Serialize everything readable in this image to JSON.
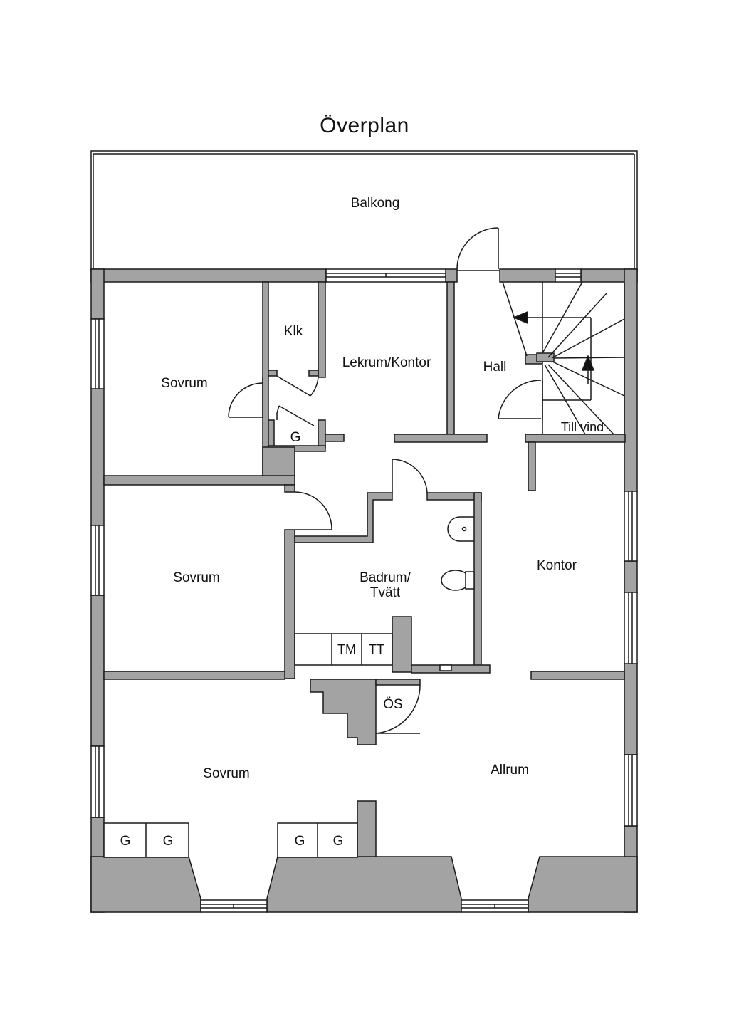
{
  "title": "Överplan",
  "rooms": {
    "balkong": "Balkong",
    "sovrum_1": "Sovrum",
    "klk": "Klk",
    "lekrum_kontor": "Lekrum/Kontor",
    "hall": "Hall",
    "till_vind": "Till vind",
    "g_1": "G",
    "sovrum_2": "Sovrum",
    "badrum_line1": "Badrum/",
    "badrum_line2": "Tvätt",
    "tm": "TM",
    "tt": "TT",
    "kontor": "Kontor",
    "os": "ÖS",
    "sovrum_3": "Sovrum",
    "allrum": "Allrum",
    "g_2": "G",
    "g_3": "G",
    "g_4": "G",
    "g_5": "G"
  },
  "colors": {
    "wall": "#a3a3a3",
    "line": "#1a1a1a",
    "background": "#ffffff"
  }
}
